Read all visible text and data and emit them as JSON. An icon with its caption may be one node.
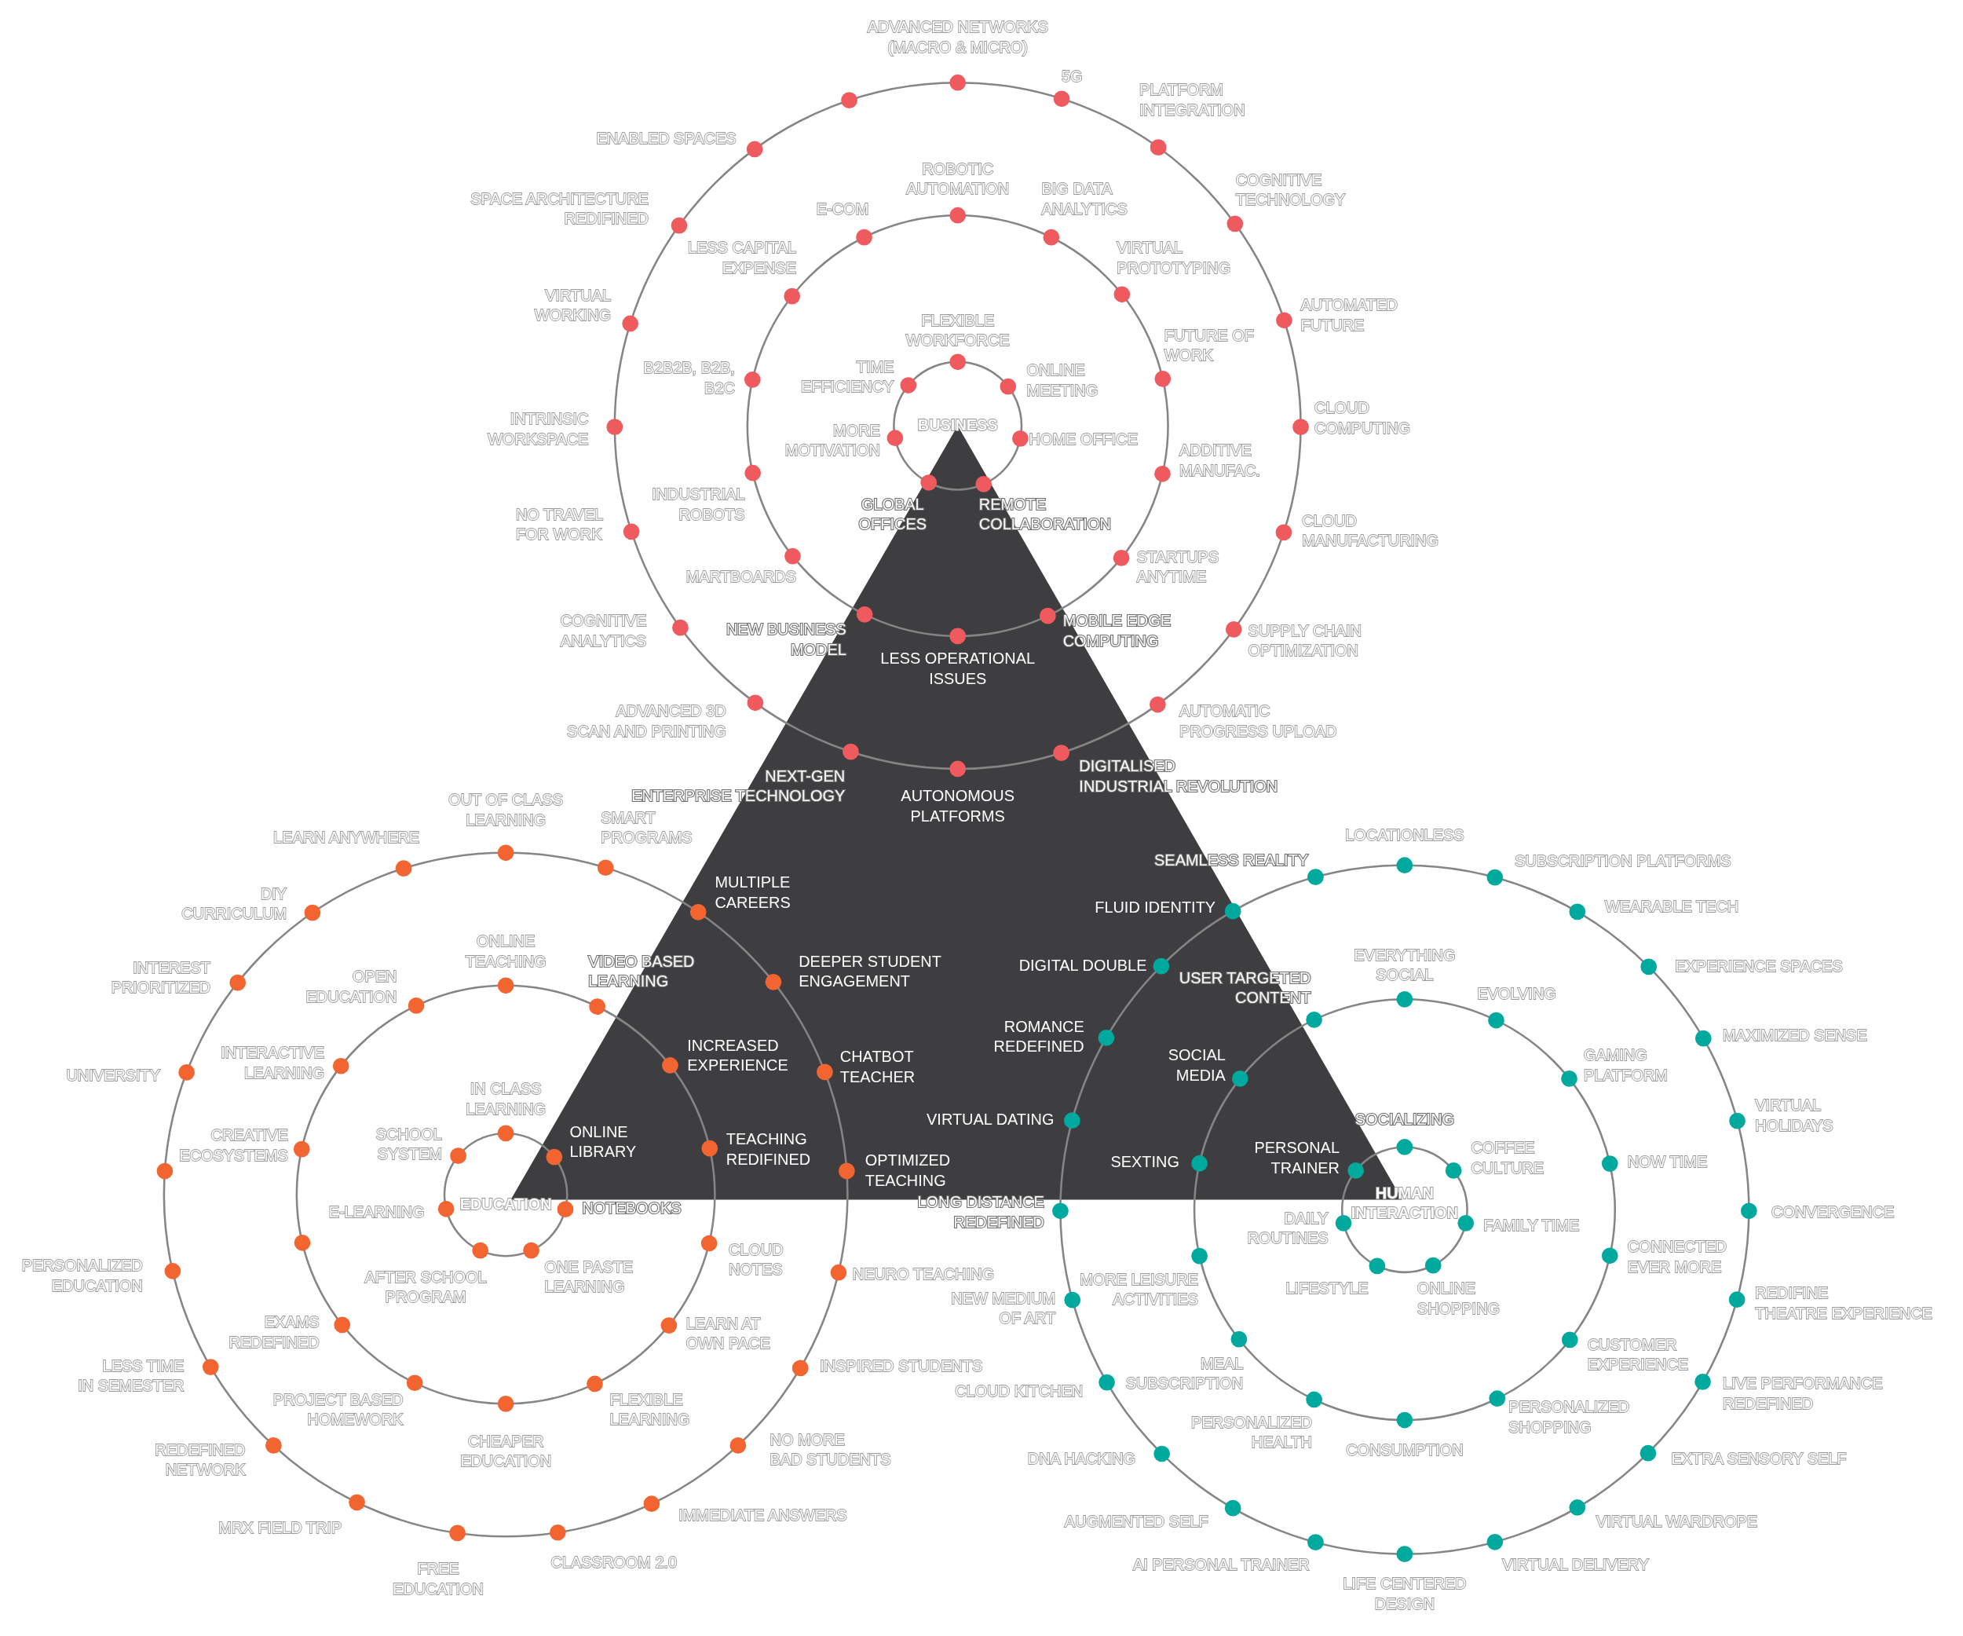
{
  "diagram": {
    "labels": [
      "BUSINESS",
      "ADVANCED NETWORKS (MACRO & MICRO)",
      "5G",
      "PLATFORM INTEGRATION",
      "ENABLED SPACES",
      "COGNITIVE TECHNOLOGY",
      "SPACE ARCHITECTURE REDIFINED",
      "VIRTUAL WORKING",
      "AUTOMATED FUTURE",
      "INTRINSIC WORKSPACE",
      "CLOUD COMPUTING",
      "NO TRAVEL FOR WORK",
      "CLOUD MANUFACTURING",
      "COGNITIVE ANALYTICS",
      "SUPPLY CHAIN OPTIMIZATION",
      "ADVANCED 3D SCAN AND PRINTING",
      "AUTOMATIC PROGRESS UPLOAD",
      "ROBOTIC AUTOMATION",
      "E-COM",
      "BIG DATA ANALYTICS",
      "LESS CAPITAL EXPENSE",
      "VIRTUAL PROTOTYPING",
      "B2B2B, B2B, B2C",
      "FUTURE OF WORK",
      "INDUSTRIAL ROBOTS",
      "ADDITIVE MANUFAC.",
      "MARTBOARDS",
      "STARTUPS ANYTIME",
      "NEW BUSINESS MODEL",
      "LESS OPERATIONAL ISSUES",
      "MOBILE EDGE COMPUTING",
      "FLEXIBLE WORKFORCE",
      "TIME EFFICIENCY",
      "ONLINE MEETING",
      "MORE MOTIVATION",
      "HOME OFFICE",
      "GLOBAL OFFICES",
      "REMOTE COLLABORATION",
      "NEXT-GEN ENTERPRISE TECHNOLOGY",
      "AUTONOMOUS PLATFORMS",
      "DIGITALISED INDUSTRIAL REVOLUTION",
      "EDUCATION",
      "OUT OF CLASS LEARNING",
      "LEARN ANYWHERE",
      "SMART PROGRAMS",
      "DIY CURRICULUM",
      "MULTIPLE CAREERS",
      "INTEREST PRIORITIZED",
      "DEEPER STUDENT ENGAGEMENT",
      "UNIVERSITY",
      "CHATBOT TEACHER",
      "OPTIMIZED TEACHING",
      "PERSONALIZED EDUCATION",
      "NEURO TEACHING",
      "LESS TIME IN SEMESTER",
      "INSPIRED STUDENTS",
      "REDEFINED NETWORK",
      "NO MORE BAD STUDENTS",
      "MRX FIELD TRIP",
      "IMMEDIATE ANSWERS",
      "FREE EDUCATION",
      "CLASSROOM 2.0",
      "ONLINE TEACHING",
      "OPEN EDUCATION",
      "VIDEO BASED LEARNING",
      "INTERACTIVE LEARNING",
      "INCREASED EXPERIENCE",
      "CREATIVE ECOSYSTEMS",
      "TEACHING REDIFINED",
      "CLOUD NOTES",
      "EXAMS REDEFINED",
      "LEARN AT OWN PACE",
      "PROJECT BASED HOMEWORK",
      "FLEXIBLE LEARNING",
      "CHEAPER EDUCATION",
      "IN CLASS LEARNING",
      "SCHOOL SYSTEM",
      "ONLINE LIBRARY",
      "E-LEARNING",
      "NOTEBOOKS",
      "AFTER SCHOOL PROGRAM",
      "ONE PASTE LEARNING",
      "HUMAN INTERACTION",
      "LOCATIONLESS",
      "SEAMLESS REALITY",
      "SUBSCRIPTION PLATFORMS",
      "FLUID IDENTITY",
      "WEARABLE TECH",
      "DIGITAL DOUBLE",
      "EXPERIENCE SPACES",
      "ROMANCE REDEFINED",
      "MAXIMIZED SENSE",
      "VIRTUAL DATING",
      "VIRTUAL HOLIDAYS",
      "LONG DISTANCE REDEFINED",
      "CONVERGENCE",
      "NEW MEDIUM OF ART",
      "REDIFINE THEATRE EXPERIENCE",
      "CLOUD KITCHEN",
      "LIVE PERFORMANCE REDEFINED",
      "DNA HACKING",
      "EXTRA SENSORY SELF",
      "AUGMENTED SELF",
      "VIRTUAL WARDROPE",
      "AI PERSONAL TRAINER",
      "VIRTUAL DELIVERY",
      "LIFE CENTERED DESIGN",
      "EVERYTHING SOCIAL",
      "USER TARGETED CONTENT",
      "EVOLVING",
      "SOCIAL MEDIA",
      "GAMING PLATFORM",
      "SEXTING",
      "NOW TIME",
      "MORE LEISURE ACTIVITIES",
      "CONNECTED EVER MORE",
      "MEAL SUBSCRIPTION",
      "CUSTOMER EXPERIENCE",
      "PERSONALIZED HEALTH",
      "PERSONALIZED SHOPPING",
      "CONSUMPTION",
      "SOCIALIZING",
      "PERSONAL TRAINER",
      "COFFEE CULTURE",
      "DAILY ROUTINES",
      "FAMILY TIME",
      "LIFESTYLE",
      "ONLINE SHOPPING"
    ]
  }
}
